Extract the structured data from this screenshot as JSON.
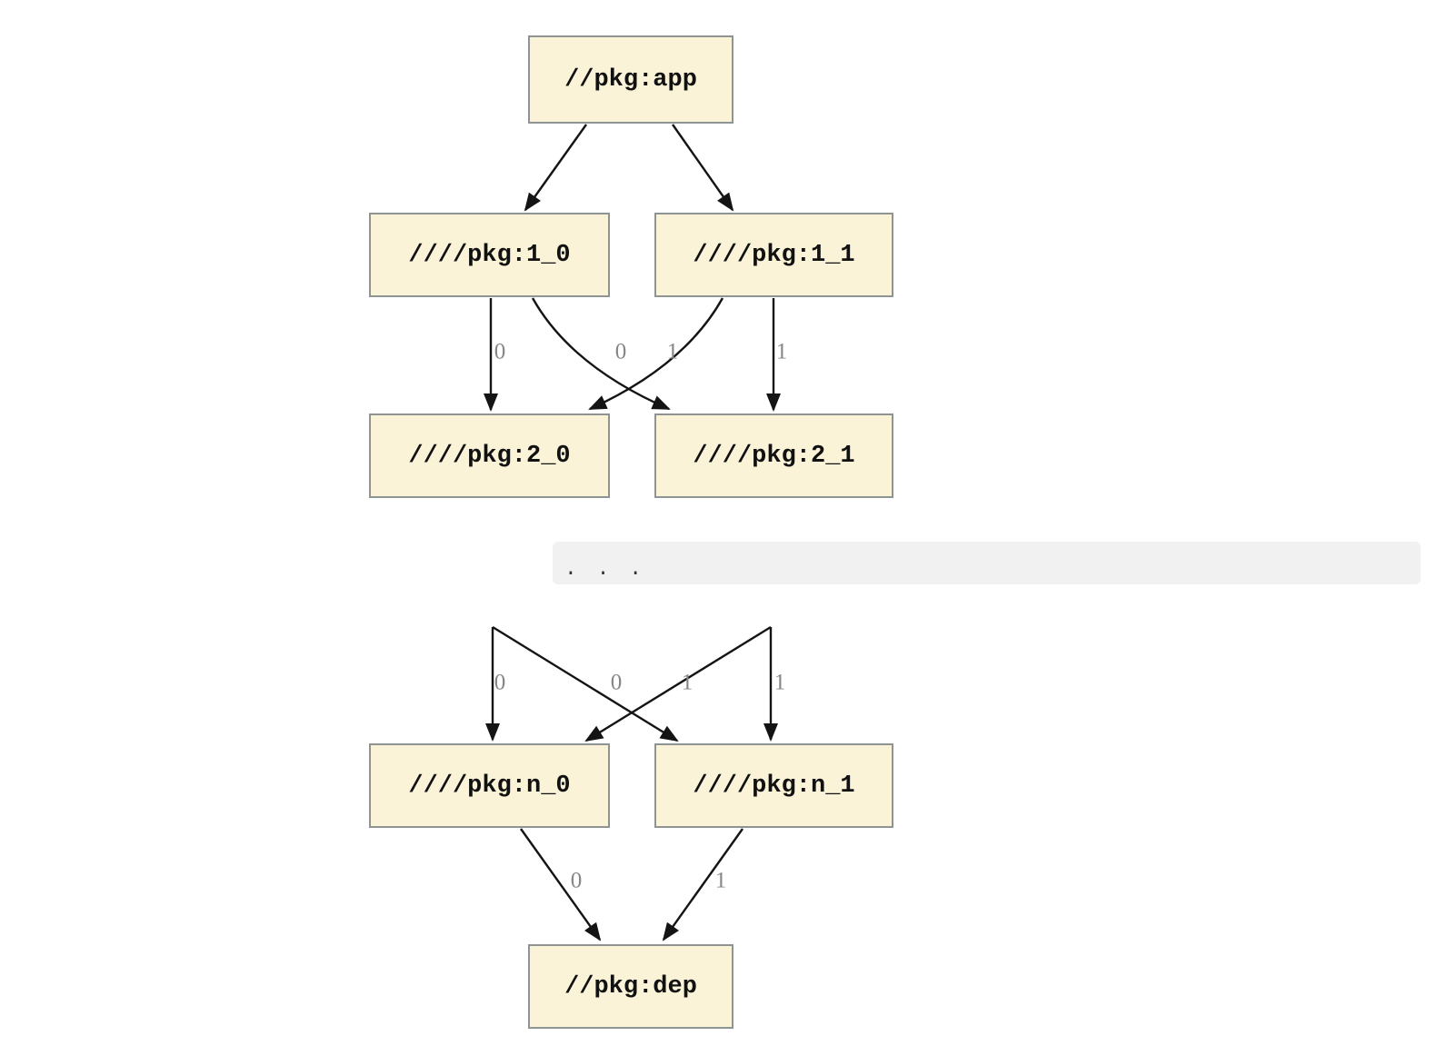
{
  "diagram": {
    "nodes": [
      {
        "id": "app",
        "label": "//pkg:app"
      },
      {
        "id": "1_0",
        "label": "////pkg:1_0"
      },
      {
        "id": "1_1",
        "label": "////pkg:1_1"
      },
      {
        "id": "2_0",
        "label": "////pkg:2_0"
      },
      {
        "id": "2_1",
        "label": "////pkg:2_1"
      },
      {
        "id": "n_0",
        "label": "////pkg:n_0"
      },
      {
        "id": "n_1",
        "label": "////pkg:n_1"
      },
      {
        "id": "dep",
        "label": "//pkg:dep"
      }
    ],
    "ellipsis": ". . .",
    "edges": [
      {
        "from": "//pkg:app",
        "to": "////pkg:1_0",
        "label": ""
      },
      {
        "from": "//pkg:app",
        "to": "////pkg:1_1",
        "label": ""
      },
      {
        "from": "////pkg:1_0",
        "to": "////pkg:2_0",
        "label": "0"
      },
      {
        "from": "////pkg:1_1",
        "to": "////pkg:2_1",
        "label": "1"
      },
      {
        "from": "////pkg:1_0",
        "to": "////pkg:2_1",
        "label": "1"
      },
      {
        "from": "////pkg:1_1",
        "to": "////pkg:2_0",
        "label": "0"
      },
      {
        "from": "...",
        "to": "////pkg:n_0",
        "label": "0"
      },
      {
        "from": "...",
        "to": "////pkg:n_1",
        "label": "1"
      },
      {
        "from": "...",
        "to": "////pkg:n_1",
        "label": "1"
      },
      {
        "from": "...",
        "to": "////pkg:n_0",
        "label": "0"
      },
      {
        "from": "////pkg:n_0",
        "to": "//pkg:dep",
        "label": "0"
      },
      {
        "from": "////pkg:n_1",
        "to": "//pkg:dep",
        "label": "1"
      }
    ],
    "colors": {
      "node_fill": "#faf3d8",
      "node_border": "#8e9393",
      "edge": "#141414",
      "edge_label": "#868686",
      "ellipsis_bg": "#f1f1f1",
      "ellipsis_text": "#333333",
      "background": "#ffffff"
    }
  }
}
